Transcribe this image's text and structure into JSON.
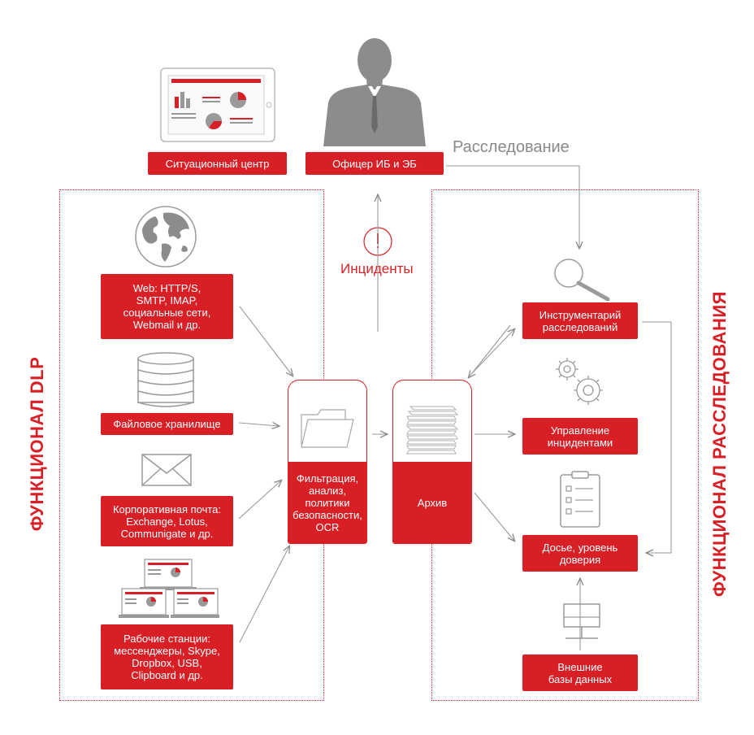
{
  "top": {
    "situation_center": "Ситуационный центр",
    "officer": "Офицер ИБ и ЭБ",
    "investigation": "Расследование",
    "incidents": "Инциденты"
  },
  "dlp": {
    "title": "ФУНКЦИОНАЛ DLP",
    "web": "Web: HTTP/S,\nSMTP, IMAP,\nсоциальные сети,\nWebmail и др.",
    "file_storage": "Файловое хранилище",
    "mail": "Корпоративная почта:\nExchange, Lotus,\nCommunigate и др.",
    "workstations": "Рабочие станции:\nмессенджеры, Skype,\nDropbox, USB,\nClipboard и др."
  },
  "center": {
    "filter": "Фильтрация,\nанализ,\nполитики\nбезопасности,\nOCR",
    "archive": "Архив"
  },
  "investigation_block": {
    "title": "ФУНКЦИОНАЛ РАССЛЕДОВАНИЯ",
    "tools": "Инструментарий\nрасследований",
    "incident_mgmt": "Управление\nинцидентами",
    "dossier": "Досье, уровень\nдоверия",
    "external_db": "Внешние\nбазы данных"
  },
  "colors": {
    "accent": "#d91f26",
    "gray": "#8a8a8a",
    "icon": "#9a9a9a"
  }
}
